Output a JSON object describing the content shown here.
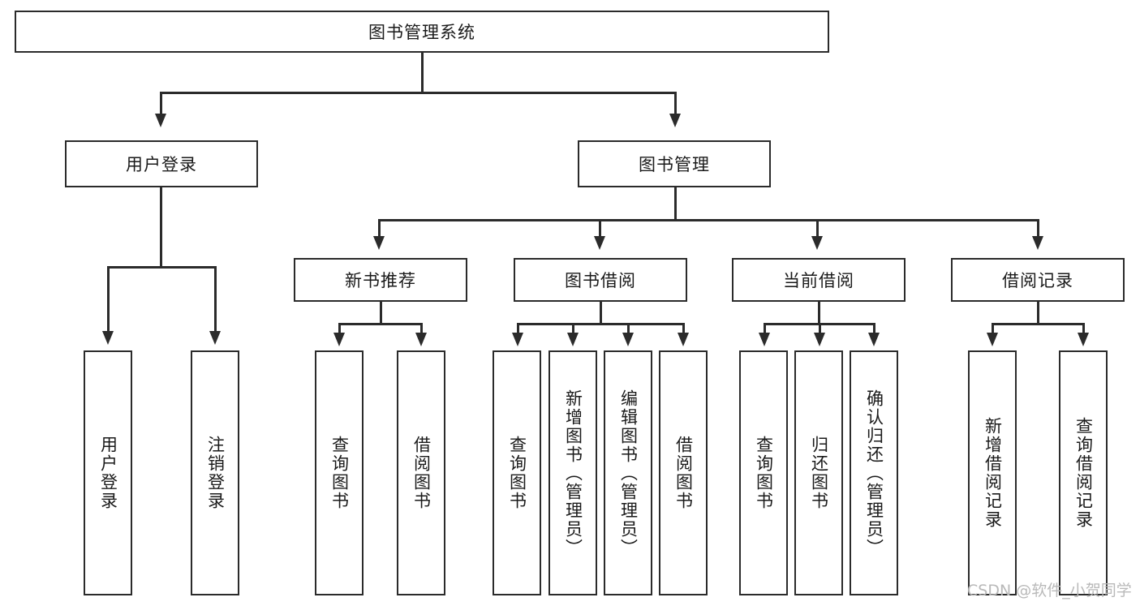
{
  "diagram": {
    "title": "图书管理系统",
    "type": "functional-structure-tree",
    "root": {
      "label": "图书管理系统"
    },
    "level2": [
      {
        "label": "用户登录"
      },
      {
        "label": "图书管理"
      }
    ],
    "level3": [
      {
        "label": "新书推荐"
      },
      {
        "label": "图书借阅"
      },
      {
        "label": "当前借阅"
      },
      {
        "label": "借阅记录"
      }
    ],
    "leaves": {
      "user_login": [
        {
          "label": "用户登录"
        },
        {
          "label": "注销登录"
        }
      ],
      "new_book_recommend": [
        {
          "label": "查询图书"
        },
        {
          "label": "借阅图书"
        }
      ],
      "book_borrow": [
        {
          "label": "查询图书"
        },
        {
          "label": "新增图书（管理员）"
        },
        {
          "label": "编辑图书（管理员）"
        },
        {
          "label": "借阅图书"
        }
      ],
      "current_borrow": [
        {
          "label": "查询图书"
        },
        {
          "label": "归还图书"
        },
        {
          "label": "确认归还（管理员）"
        }
      ],
      "borrow_record": [
        {
          "label": "新增借阅记录"
        },
        {
          "label": "查询借阅记录"
        }
      ]
    }
  },
  "watermark": {
    "text": "CSDN @软件_小贺同学"
  },
  "colors": {
    "stroke": "#2b2b2b",
    "fill": "#ffffff",
    "text": "#1a1a1a",
    "watermark": "#b9b9b9"
  }
}
